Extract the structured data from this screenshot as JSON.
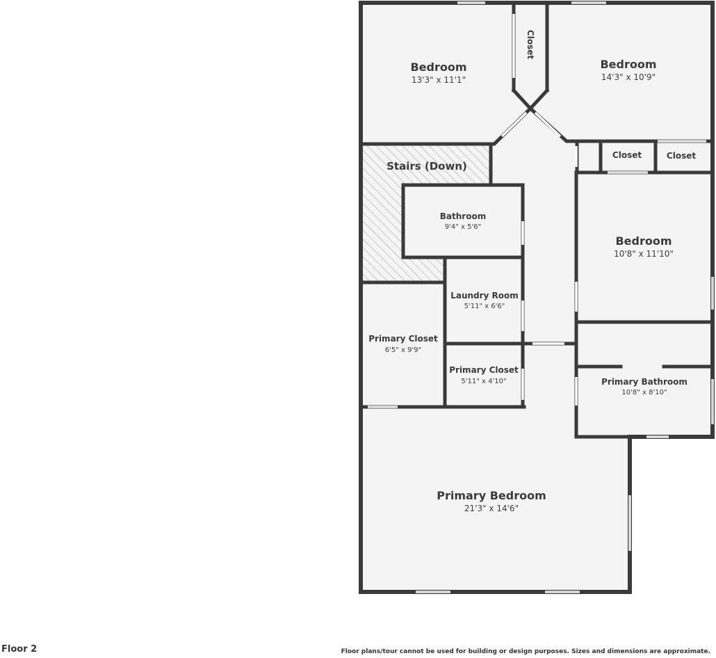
{
  "floor_label": "Floor 2",
  "disclaimer": "Floor plans/tour cannot be used for building or design purposes. Sizes and dimensions are approximate.",
  "rooms": {
    "bedroom_nw": {
      "name": "Bedroom",
      "dims": "13'3\" x 11'1\""
    },
    "bedroom_ne": {
      "name": "Bedroom",
      "dims": "14'3\" x 10'9\""
    },
    "closet_hall": {
      "name": "Closet"
    },
    "closet_1": {
      "name": "Closet"
    },
    "closet_2": {
      "name": "Closet"
    },
    "stairs": {
      "name": "Stairs (Down)"
    },
    "bathroom": {
      "name": "Bathroom",
      "dims": "9'4\" x 5'6\""
    },
    "bedroom_e": {
      "name": "Bedroom",
      "dims": "10'8\" x 11'10\""
    },
    "laundry": {
      "name": "Laundry Room",
      "dims": "5'11\" x 6'6\""
    },
    "primary_closet_w": {
      "name": "Primary Closet",
      "dims": "6'5\" x 9'9\""
    },
    "primary_closet_s": {
      "name": "Primary Closet",
      "dims": "5'11\" x 4'10\""
    },
    "primary_bathroom": {
      "name": "Primary Bathroom",
      "dims": "10'8\" x 8'10\""
    },
    "primary_bedroom": {
      "name": "Primary Bedroom",
      "dims": "21'3\" x 14'6\""
    }
  },
  "colors": {
    "wall": "#3a3a3a",
    "floor": "#f4f4f4",
    "text": "#3b3b3b"
  }
}
